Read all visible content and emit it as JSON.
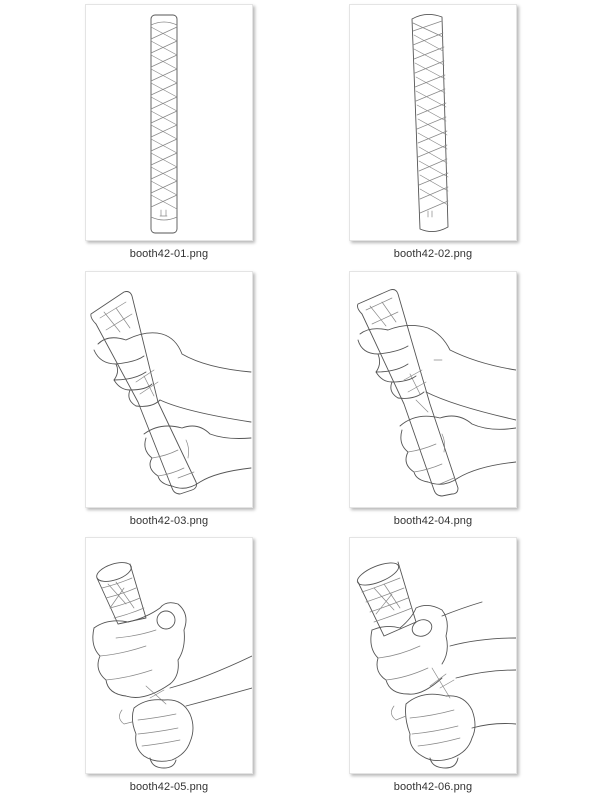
{
  "file_browser": {
    "view": "large-icons",
    "files": [
      {
        "name": "booth42-01.png",
        "thumbnail": "straight-wrapped-sword-handle"
      },
      {
        "name": "booth42-02.png",
        "thumbnail": "slightly-angled-wrapped-sword-handle"
      },
      {
        "name": "booth42-03.png",
        "thumbnail": "two-hands-gripping-handle-side-view"
      },
      {
        "name": "booth42-04.png",
        "thumbnail": "two-hands-gripping-handle-side-view-alt"
      },
      {
        "name": "booth42-05.png",
        "thumbnail": "two-fists-gripping-handle-front-view"
      },
      {
        "name": "booth42-06.png",
        "thumbnail": "two-fists-gripping-handle-three-quarter-view"
      }
    ]
  },
  "colors": {
    "background": "#ffffff",
    "thumbnail_border": "#e4e4e4",
    "caption_text": "#333333",
    "line_art": "#555555"
  }
}
